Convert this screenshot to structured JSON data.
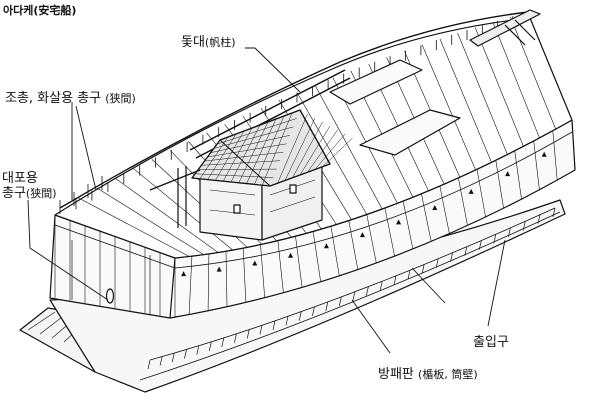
{
  "title": "아다케(安宅船)",
  "labels": {
    "mast": {
      "main": "돛대",
      "hanja": "(帆柱)"
    },
    "gunport_small": {
      "main": "조총, 화살용 총구",
      "hanja": "(狭間)"
    },
    "gunport_large": {
      "line1": "대포용",
      "line2": "총구",
      "hanja": "(狭間)"
    },
    "exit": {
      "main": "출입구"
    },
    "shield_board": {
      "main": "방패판",
      "hanja": "(楯板, 筒壁)"
    }
  },
  "colors": {
    "ink": "#111111",
    "paper": "#ffffff",
    "hull": "#f2f2f2",
    "roof": "#e6e6e6"
  }
}
